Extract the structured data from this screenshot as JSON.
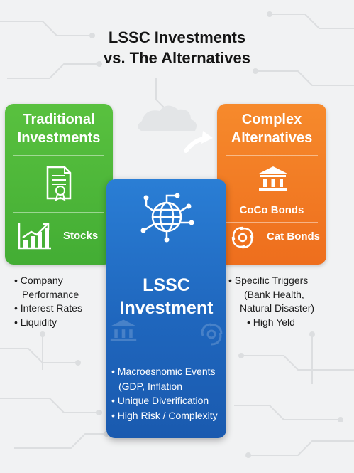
{
  "title": {
    "line1": "LSSC Investments",
    "line2": "vs. The Alternatives"
  },
  "traditional": {
    "title_line1": "Traditional",
    "title_line2": "Investments",
    "document_icon": "certificate-document-icon",
    "stocks_icon": "bar-chart-growth-icon",
    "stocks_label": "Stocks",
    "color": "#4fb83a"
  },
  "complex": {
    "title_line1": "Complex",
    "title_line2": "Alternatives",
    "bank_icon": "bank-building-icon",
    "coco_label": "CoCo Bonds",
    "cyclone_icon": "cyclone-icon",
    "cat_label": "Cat Bonds",
    "color": "#f27b25"
  },
  "lssc": {
    "globe_icon": "globe-network-icon",
    "title_line1": "LSSC",
    "title_line2": "Investment",
    "bullets": [
      "• Macroesnomic Events",
      "(GDP, Inflation",
      "• Unique Diverification",
      "• High Risk / Complexity"
    ],
    "color": "#2272c8"
  },
  "left_list": {
    "item1_line1": "• Company",
    "item1_line2": "Performance",
    "item2": "• Interest Rates",
    "item3": "• Liquidity"
  },
  "right_list": {
    "item1": "• Specific Triggers",
    "item1_line2": "(Bank Health,",
    "item1_line3": "Natural Disaster)",
    "item2": "• High Yeld"
  }
}
